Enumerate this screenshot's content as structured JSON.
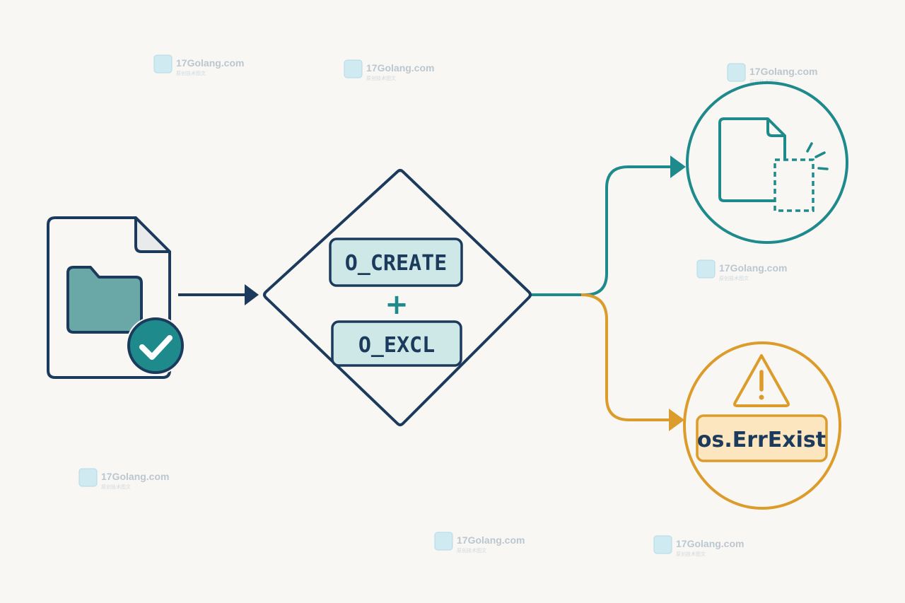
{
  "diagram": {
    "flags": {
      "first": "O_CREATE",
      "operator": "+",
      "second": "O_EXCL"
    },
    "error_label": "os.ErrExist",
    "icons": {
      "source": "file-folder-check-icon",
      "success": "new-file-created-icon",
      "error": "warning-triangle-icon"
    },
    "colors": {
      "navy": "#1b3a5c",
      "teal": "#1f8a8c",
      "teal_fill": "#cde8e6",
      "folder_fill": "#6aa8a8",
      "amber": "#dc9c2c",
      "amber_fill": "#fbe6bf",
      "background": "#f8f7f3"
    }
  },
  "watermark": {
    "title": "17Golang.com",
    "subtitle": "原创技术图文"
  }
}
